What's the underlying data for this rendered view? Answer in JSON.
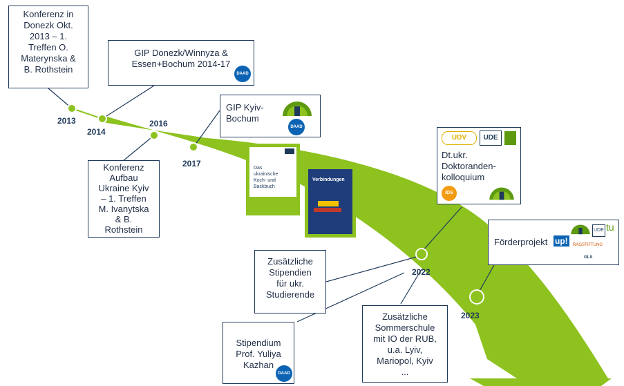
{
  "colors": {
    "accent": "#8dc21f",
    "accent_dark": "#5d9a0f",
    "border": "#1f3a5a",
    "daad": "#0c63b3",
    "ids": "#f39c12"
  },
  "years": {
    "y2013": "2013",
    "y2014": "2014",
    "y2016": "2016",
    "y2017": "2017",
    "y2022": "2022",
    "y2023": "2023"
  },
  "boxes": {
    "donezk_konferenz": "Konferenz in\nDonezk Okt.\n2013 – 1.\nTreffen O.\nMaterynska &\nB. Rothstein",
    "gip_donezk": "GIP Donezk/Winnyza &\nEssen+Bochum 2014-17",
    "gip_kyiv": "GIP Kyiv-\nBochum",
    "konferenz_aufbau": "Konferenz\nAufbau\nUkraine Kyiv\n– 1. Treffen\nM. Ivanytska\n& B.\nRothstein",
    "doktoranden": "Dt.ukr.\nDoktoranden-\nkolloquium",
    "foerderprojekt": "Förderprojekt",
    "stipendien": "Zusätzliche\nStipendien\nfür ukr.\nStudierende",
    "sommerschule": "Zusätzliche\nSommerschule\nmit IO der RUB,\nu.a. Lyiv,\nMariopol, Kyiv\n...",
    "stipendium": "Stipendium\nProf. Yuliya\nKazhan"
  },
  "logos": {
    "daad": "DAAD",
    "ids": "IDS",
    "ude": "UDE",
    "udv": "UDV",
    "up": "up!",
    "tu": "tu",
    "rag": "RAGSTIFTUNG",
    "gls": "GLS"
  },
  "books": {
    "kochbuch_title": "Das\nukrainische\nKoch- und\nBackbuch",
    "verbindungen_title": "Verbindungen"
  }
}
